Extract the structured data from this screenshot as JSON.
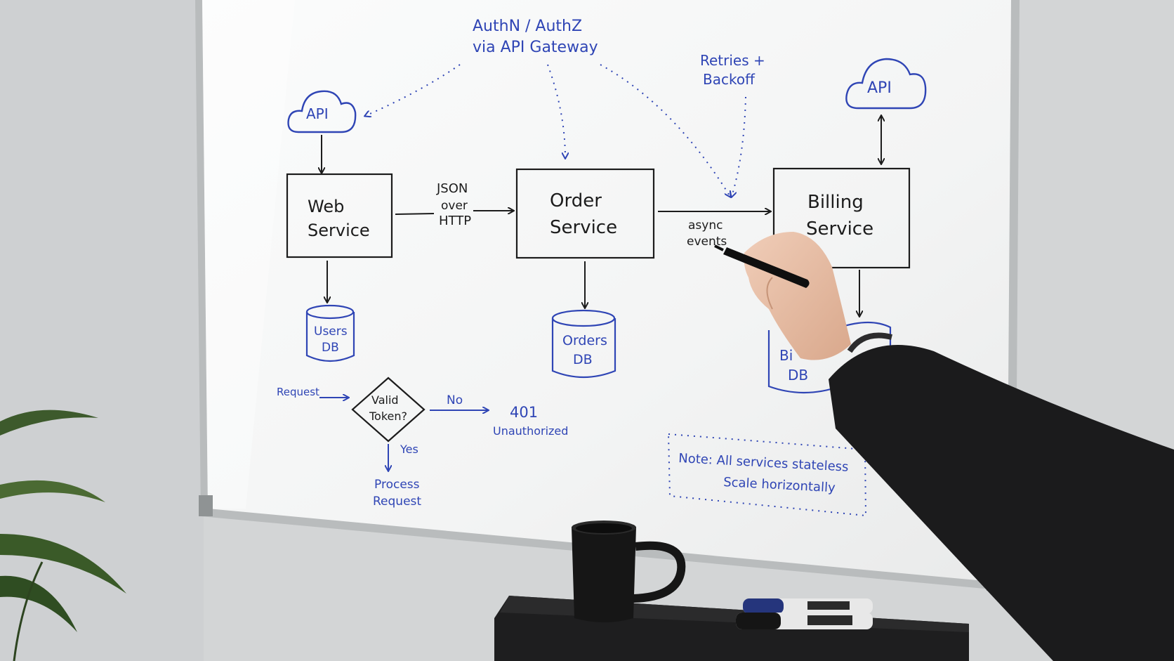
{
  "annotations": {
    "auth_line1": "AuthN / AuthZ",
    "auth_line2": "via API Gateway",
    "retries_line1": "Retries +",
    "retries_line2": "Backoff",
    "api_left": "API",
    "api_right": "API"
  },
  "services": {
    "web": [
      "Web",
      "Service"
    ],
    "order": [
      "Order",
      "Service"
    ],
    "billing": [
      "Billing",
      "Service"
    ]
  },
  "databases": {
    "users": [
      "Users",
      "DB"
    ],
    "orders": [
      "Orders",
      "DB"
    ],
    "billing": [
      "Bi",
      "DB"
    ]
  },
  "edges": {
    "json_over_http": [
      "JSON",
      "over",
      "HTTP"
    ],
    "async_events": [
      "async",
      "events"
    ]
  },
  "flow": {
    "request": "Request",
    "decision": [
      "Valid",
      "Token?"
    ],
    "no": "No",
    "yes": "Yes",
    "unauth": [
      "401",
      "Unauthorized"
    ],
    "process": [
      "Process",
      "Request"
    ]
  },
  "note": {
    "line1": "Note:  All services stateless",
    "line2": "Scale  horizontally"
  },
  "colors": {
    "marker_black": "#1c1c1c",
    "marker_blue": "#2f45b5",
    "wall": "#d4d6d7",
    "board": "#f6f7f7"
  }
}
